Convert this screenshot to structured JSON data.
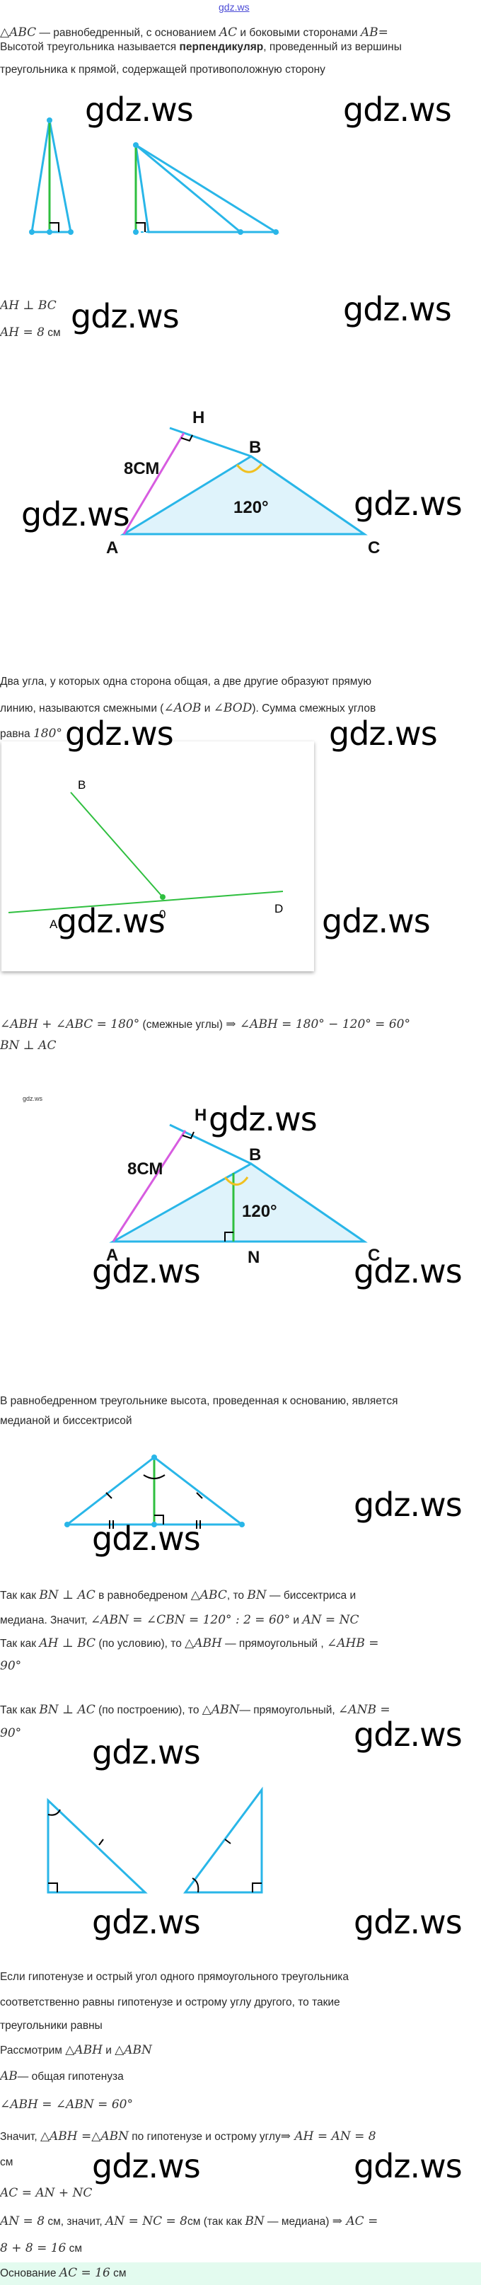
{
  "header": {
    "link": "gdz.ws"
  },
  "watermark": "gdz.ws",
  "small_mark": "gdz.ws",
  "colors": {
    "cyan": "#29b6e8",
    "green": "#2fbf3f",
    "pink": "#d75ce0",
    "fill": "#dff3fb",
    "highlight": "#e3fbef"
  },
  "lines": [
    [
      {
        "m": "△ABC"
      },
      {
        "t": " — равнобедренный, с основанием "
      },
      {
        "m": "AC"
      },
      {
        "t": " и боковыми сторонами "
      },
      {
        "m": "AB="
      }
    ],
    [
      {
        "t": "Высотой треугольника называется "
      },
      {
        "b": "перпендикуляр"
      },
      {
        "t": ", проведенный из вершины"
      }
    ],
    [
      {
        "t": "треугольника к прямой, содержащей противоположную сторону"
      }
    ],
    [
      {
        "m": "AH ⊥ BC"
      }
    ],
    [
      {
        "m": "AH = 8"
      },
      {
        "t": " см"
      }
    ],
    [
      {
        "t": "Два угла, у которых одна сторона общая, а две другие образуют прямую"
      }
    ],
    [
      {
        "t": "линию, называются смежными ("
      },
      {
        "m": "∠AOB"
      },
      {
        "t": " и "
      },
      {
        "m": "∠BOD"
      },
      {
        "t": "). Сумма смежных углов"
      }
    ],
    [
      {
        "t": "равна "
      },
      {
        "m": "180°"
      }
    ],
    [
      {
        "m": "∠ABH + ∠ABC = 180°"
      },
      {
        "t": " (смежные углы) "
      },
      {
        "m": "⇒ ∠ABH = 180° − 120° = 60°"
      }
    ],
    [
      {
        "m": "BN ⊥ AC"
      }
    ],
    [
      {
        "t": "В равнобедренном треугольнике высота, проведенная к основанию, является"
      }
    ],
    [
      {
        "t": "медианой и биссектрисой"
      }
    ],
    [
      {
        "t": "Так как "
      },
      {
        "m": "BN ⊥ AC"
      },
      {
        "t": " в равнобедреном "
      },
      {
        "m": "△ABC"
      },
      {
        "t": ", то "
      },
      {
        "m": "BN"
      },
      {
        "t": " — биссектриса и"
      }
    ],
    [
      {
        "t": "медиана. Значит, "
      },
      {
        "m": "∠ABN = ∠CBN = 120° : 2 = 60°"
      },
      {
        "t": " и "
      },
      {
        "m": "AN = NC"
      }
    ],
    [
      {
        "t": "Так как "
      },
      {
        "m": "AH ⊥ BC"
      },
      {
        "t": " (по условию), то "
      },
      {
        "m": "△ABH"
      },
      {
        "t": " — прямоугольный , "
      },
      {
        "m": "∠AHB ="
      }
    ],
    [
      {
        "m": "90°"
      }
    ],
    [
      {
        "t": "Так как "
      },
      {
        "m": "BN ⊥ AC"
      },
      {
        "t": " (по построению), то "
      },
      {
        "m": "△ABN"
      },
      {
        "t": "— прямоугольный, "
      },
      {
        "m": "∠ANB ="
      }
    ],
    [
      {
        "m": "90°"
      }
    ],
    [
      {
        "t": "Если гипотенузе и острый угол одного прямоугольного треугольника"
      }
    ],
    [
      {
        "t": "соответственно равны гипотенузе и острому углу другого, то такие"
      }
    ],
    [
      {
        "t": "треугольники равны"
      }
    ],
    [
      {
        "t": "Рассмотрим "
      },
      {
        "m": "△ABH"
      },
      {
        "t": " и "
      },
      {
        "m": "△ABN"
      }
    ],
    [
      {
        "m": "AB"
      },
      {
        "t": "— общая гипотенуза"
      }
    ],
    [
      {
        "m": "∠ABH = ∠ABN = 60°"
      }
    ],
    [
      {
        "t": "Значит, "
      },
      {
        "m": "△ABH =△ABN"
      },
      {
        "t": " по гипотенузе и острому углу"
      },
      {
        "m": "⇒ AH = AN = 8"
      }
    ],
    [
      {
        "t": "см"
      }
    ],
    [
      {
        "m": "AC = AN + NC"
      }
    ],
    [
      {
        "m": "AN = 8"
      },
      {
        "t": " см, значит, "
      },
      {
        "m": "AN = NC = 8"
      },
      {
        "t": "см (так как "
      },
      {
        "m": "BN"
      },
      {
        "t": " — медиана) "
      },
      {
        "m": "⇒ AC ="
      }
    ],
    [
      {
        "m": "8 + 8 = 16"
      },
      {
        "t": " см"
      }
    ],
    [
      {
        "t": "Основание "
      },
      {
        "m": "AC = 16"
      },
      {
        "t": " см"
      }
    ]
  ],
  "fig2": {
    "H": "H",
    "B": "B",
    "A": "A",
    "C": "C",
    "side": "8СМ",
    "angle": "120°"
  },
  "fig3": {
    "B": "B",
    "O": "0",
    "A": "A",
    "D": "D"
  },
  "fig4": {
    "H": "H",
    "B": "B",
    "A": "A",
    "C": "C",
    "N": "N",
    "side": "8СМ",
    "angle": "120°"
  }
}
